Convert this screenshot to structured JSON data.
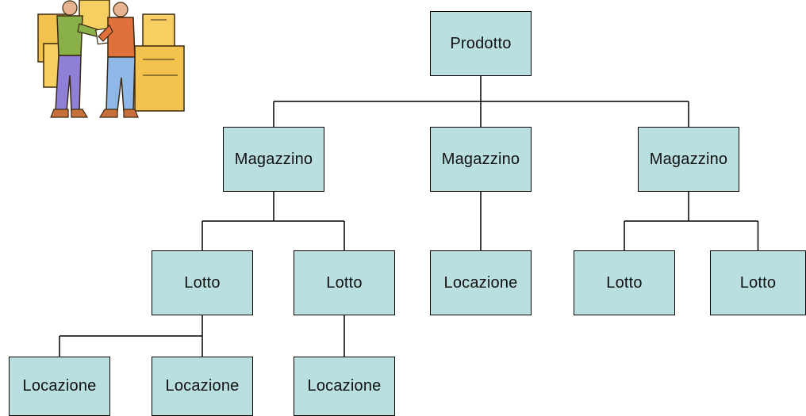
{
  "diagram": {
    "node_fill": "#b9dfe0",
    "line_color": "#000000",
    "nodes": [
      {
        "id": "root",
        "label": "Prodotto",
        "parent": null
      },
      {
        "id": "mag1",
        "label": "Magazzino",
        "parent": "root"
      },
      {
        "id": "mag2",
        "label": "Magazzino",
        "parent": "root"
      },
      {
        "id": "mag3",
        "label": "Magazzino",
        "parent": "root"
      },
      {
        "id": "lotto1",
        "label": "Lotto",
        "parent": "mag1"
      },
      {
        "id": "lotto2",
        "label": "Lotto",
        "parent": "mag1"
      },
      {
        "id": "loc_m2",
        "label": "Locazione",
        "parent": "mag2"
      },
      {
        "id": "lotto3",
        "label": "Lotto",
        "parent": "mag3"
      },
      {
        "id": "lotto4",
        "label": "Lotto",
        "parent": "mag3"
      },
      {
        "id": "loc1",
        "label": "Locazione",
        "parent": "lotto1"
      },
      {
        "id": "loc2",
        "label": "Locazione",
        "parent": "lotto1"
      },
      {
        "id": "loc3",
        "label": "Locazione",
        "parent": "lotto2"
      }
    ]
  },
  "clipart": {
    "icon": "warehouse-workers-clipart"
  }
}
